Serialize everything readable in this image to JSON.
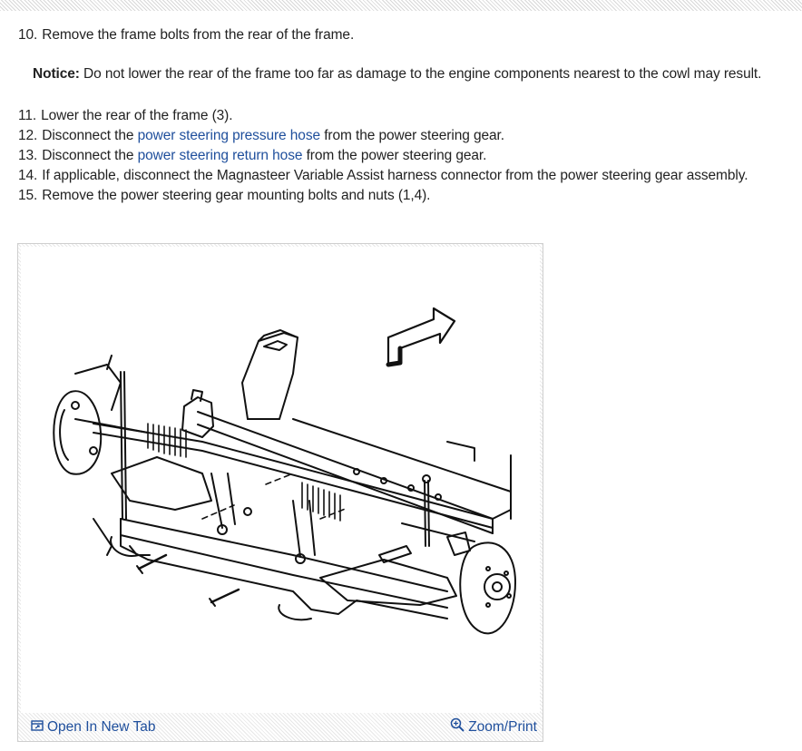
{
  "steps": [
    {
      "num": "10.",
      "text": "Remove the frame bolts from the rear of the frame."
    },
    {
      "num": "11.",
      "text": "Lower the rear of the frame (3)."
    },
    {
      "num": "12.",
      "pre": "Disconnect the ",
      "link": "power steering pressure hose",
      "post": " from the power steering gear."
    },
    {
      "num": "13.",
      "pre": "Disconnect the ",
      "link": "power steering return hose",
      "post": " from the power steering gear."
    },
    {
      "num": "14.",
      "text": "If applicable, disconnect the Magnasteer Variable Assist harness connector from the power steering gear assembly."
    },
    {
      "num": "15.",
      "text": "Remove the power steering gear mounting bolts and nuts (1,4)."
    }
  ],
  "notice": {
    "label": "Notice:",
    "text": " Do not lower the rear of the frame too far as damage to the engine components nearest to the cowl may result."
  },
  "figure": {
    "open_tab_label": "Open In New Tab",
    "zoom_label": "Zoom/Print",
    "icons": {
      "open_tab": "open-new-tab-icon",
      "zoom": "magnifier-zoom-icon",
      "direction": "direction-arrow-icon"
    },
    "link_color": "#1f4f9c"
  }
}
